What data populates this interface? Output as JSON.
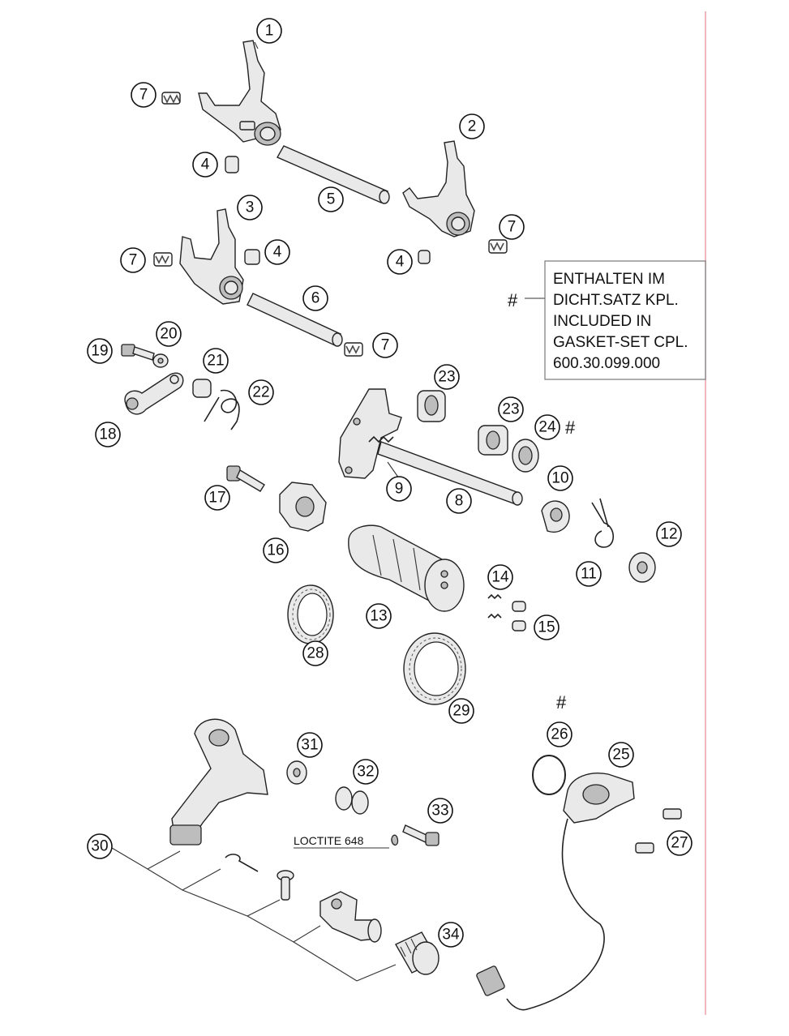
{
  "callouts": [
    {
      "id": "c1",
      "label": "1"
    },
    {
      "id": "c2",
      "label": "2"
    },
    {
      "id": "c3",
      "label": "3"
    },
    {
      "id": "c4a",
      "label": "4"
    },
    {
      "id": "c4b",
      "label": "4"
    },
    {
      "id": "c4c",
      "label": "4"
    },
    {
      "id": "c5",
      "label": "5"
    },
    {
      "id": "c6",
      "label": "6"
    },
    {
      "id": "c7a",
      "label": "7"
    },
    {
      "id": "c7b",
      "label": "7"
    },
    {
      "id": "c7c",
      "label": "7"
    },
    {
      "id": "c7d",
      "label": "7"
    },
    {
      "id": "c8",
      "label": "8"
    },
    {
      "id": "c9",
      "label": "9"
    },
    {
      "id": "c10",
      "label": "10"
    },
    {
      "id": "c11",
      "label": "11"
    },
    {
      "id": "c12",
      "label": "12"
    },
    {
      "id": "c13",
      "label": "13"
    },
    {
      "id": "c14",
      "label": "14"
    },
    {
      "id": "c15",
      "label": "15"
    },
    {
      "id": "c16",
      "label": "16"
    },
    {
      "id": "c17",
      "label": "17"
    },
    {
      "id": "c18",
      "label": "18"
    },
    {
      "id": "c19",
      "label": "19"
    },
    {
      "id": "c20",
      "label": "20"
    },
    {
      "id": "c21",
      "label": "21"
    },
    {
      "id": "c22",
      "label": "22"
    },
    {
      "id": "c23a",
      "label": "23"
    },
    {
      "id": "c23b",
      "label": "23"
    },
    {
      "id": "c24",
      "label": "24"
    },
    {
      "id": "c25",
      "label": "25"
    },
    {
      "id": "c26",
      "label": "26"
    },
    {
      "id": "c27",
      "label": "27"
    },
    {
      "id": "c28",
      "label": "28"
    },
    {
      "id": "c29",
      "label": "29"
    },
    {
      "id": "c30",
      "label": "30"
    },
    {
      "id": "c31",
      "label": "31"
    },
    {
      "id": "c32",
      "label": "32"
    },
    {
      "id": "c33",
      "label": "33"
    },
    {
      "id": "c34",
      "label": "34"
    }
  ],
  "hash_symbol": "#",
  "note": {
    "lines": [
      "ENTHALTEN IM",
      "DICHT.SATZ KPL.",
      "INCLUDED IN",
      "GASKET-SET CPL.",
      "600.30.099.000"
    ]
  },
  "loctite_label": "LOCTITE 648"
}
